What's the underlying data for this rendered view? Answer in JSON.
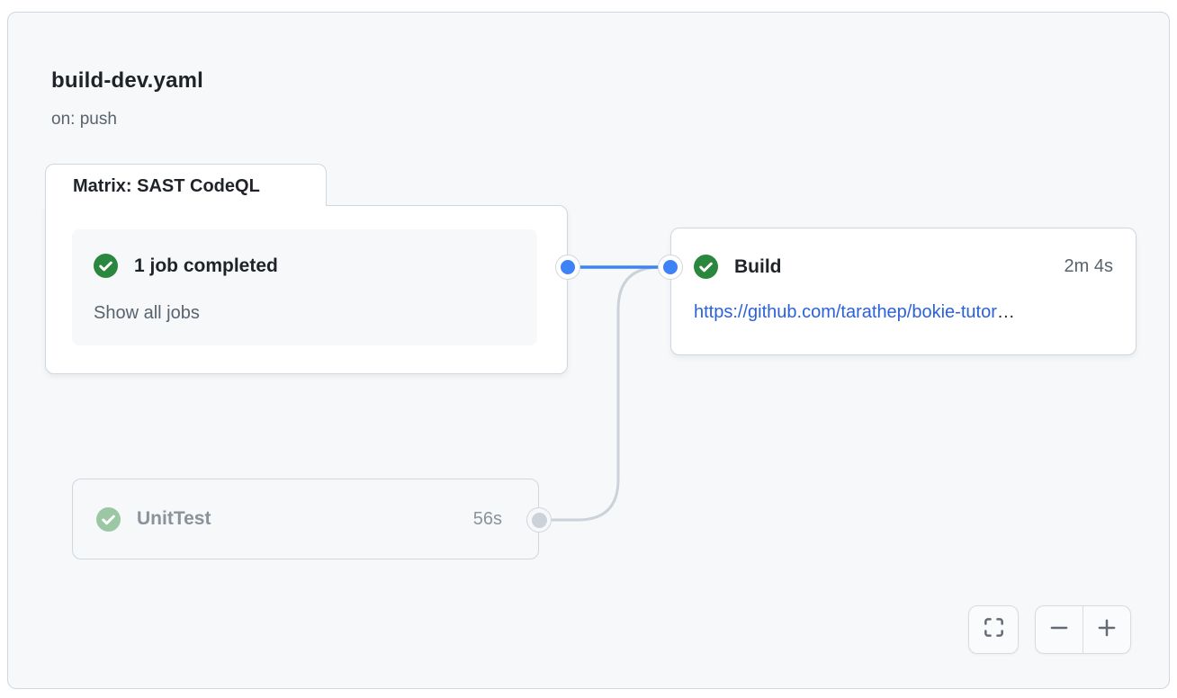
{
  "header": {
    "title": "build-dev.yaml",
    "trigger": "on: push"
  },
  "matrix": {
    "tab_label": "Matrix: SAST CodeQL",
    "status": "success",
    "summary_label": "1 job completed",
    "show_all_label": "Show all jobs"
  },
  "build_job": {
    "name": "Build",
    "status": "success",
    "duration": "2m 4s",
    "link_text": "https://github.com/tarathep/bokie-tutor",
    "link_ellipsis": "…"
  },
  "unittest_job": {
    "name": "UnitTest",
    "status": "success-muted",
    "duration": "56s"
  },
  "graph": {
    "edges": [
      {
        "from": "matrix-sast-codeql",
        "to": "build",
        "state": "active"
      },
      {
        "from": "unittest",
        "to": "build",
        "state": "muted"
      }
    ]
  },
  "controls": {
    "fit_view_icon": "fit-view-icon",
    "zoom_out_icon": "minus-icon",
    "zoom_in_icon": "plus-icon"
  },
  "colors": {
    "accent_blue": "#3d82f6",
    "link_blue": "#2b62d9",
    "success_green": "#2b873e",
    "success_green_muted": "#9cc7a4",
    "connector_gray": "#ccd2da",
    "border_gray": "#d0d7de",
    "canvas_bg": "#f6f8fa",
    "text_primary": "#1f2328",
    "text_secondary": "#59636e",
    "text_muted": "#8a929b"
  }
}
